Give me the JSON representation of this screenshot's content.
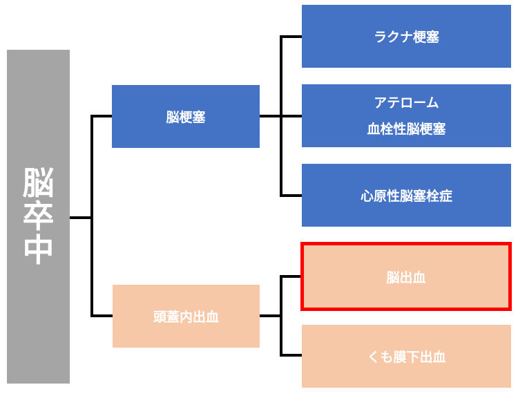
{
  "diagram": {
    "title": "脳卒中",
    "colors": {
      "root": "#a5a5a5",
      "infarct_group": "#4472c4",
      "hemorrhage_group": "#f6c8a8",
      "highlight_border": "#ff0000",
      "connector": "#000000",
      "text": "#ffffff"
    },
    "root": {
      "label": "脳卒中",
      "chars": [
        "脳",
        "卒",
        "中"
      ]
    },
    "branches": [
      {
        "label": "脳梗塞",
        "children": [
          {
            "label": "ラクナ梗塞"
          },
          {
            "label_line1": "アテローム",
            "label_line2": "血栓性脳梗塞"
          },
          {
            "label": "心原性脳塞栓症"
          }
        ]
      },
      {
        "label": "頭蓋内出血",
        "children": [
          {
            "label": "脳出血",
            "highlighted": true
          },
          {
            "label": "くも膜下出血"
          }
        ]
      }
    ]
  }
}
